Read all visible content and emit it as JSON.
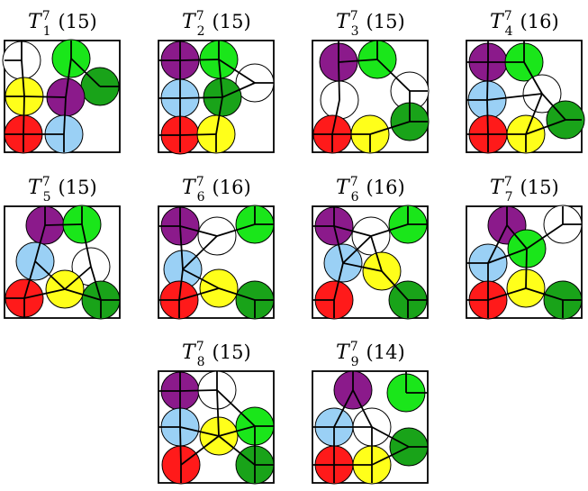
{
  "colors": {
    "red": "#ff1a1a",
    "yellow": "#ffff1a",
    "green": "#1ae61a",
    "dark_green": "#19a319",
    "purple": "#8b1a8b",
    "blue": "#9ad0f5",
    "white": "#ffffff",
    "stroke": "#000000"
  },
  "panels": [
    {
      "label": {
        "base": "T",
        "sup": "7",
        "sub": "1",
        "count": "(15)"
      }
    },
    {
      "label": {
        "base": "T",
        "sup": "7",
        "sub": "2",
        "count": "(15)"
      }
    },
    {
      "label": {
        "base": "T",
        "sup": "7",
        "sub": "3",
        "count": "(15)"
      }
    },
    {
      "label": {
        "base": "T",
        "sup": "7",
        "sub": "4",
        "count": "(16)"
      }
    },
    {
      "label": {
        "base": "T",
        "sup": "7",
        "sub": "5",
        "count": "(15)"
      }
    },
    {
      "label": {
        "base": "T",
        "sup": "7",
        "sub": "6",
        "count": "(16)"
      }
    },
    {
      "label": {
        "base": "T",
        "sup": "7",
        "sub": "6",
        "count": "(16)"
      }
    },
    {
      "label": {
        "base": "T",
        "sup": "7",
        "sub": "7",
        "count": "(15)"
      }
    },
    {
      "label": {
        "base": "T",
        "sup": "7",
        "sub": "8",
        "count": "(15)"
      }
    },
    {
      "label": {
        "base": "T",
        "sup": "7",
        "sub": "9",
        "count": "(14)"
      }
    }
  ]
}
